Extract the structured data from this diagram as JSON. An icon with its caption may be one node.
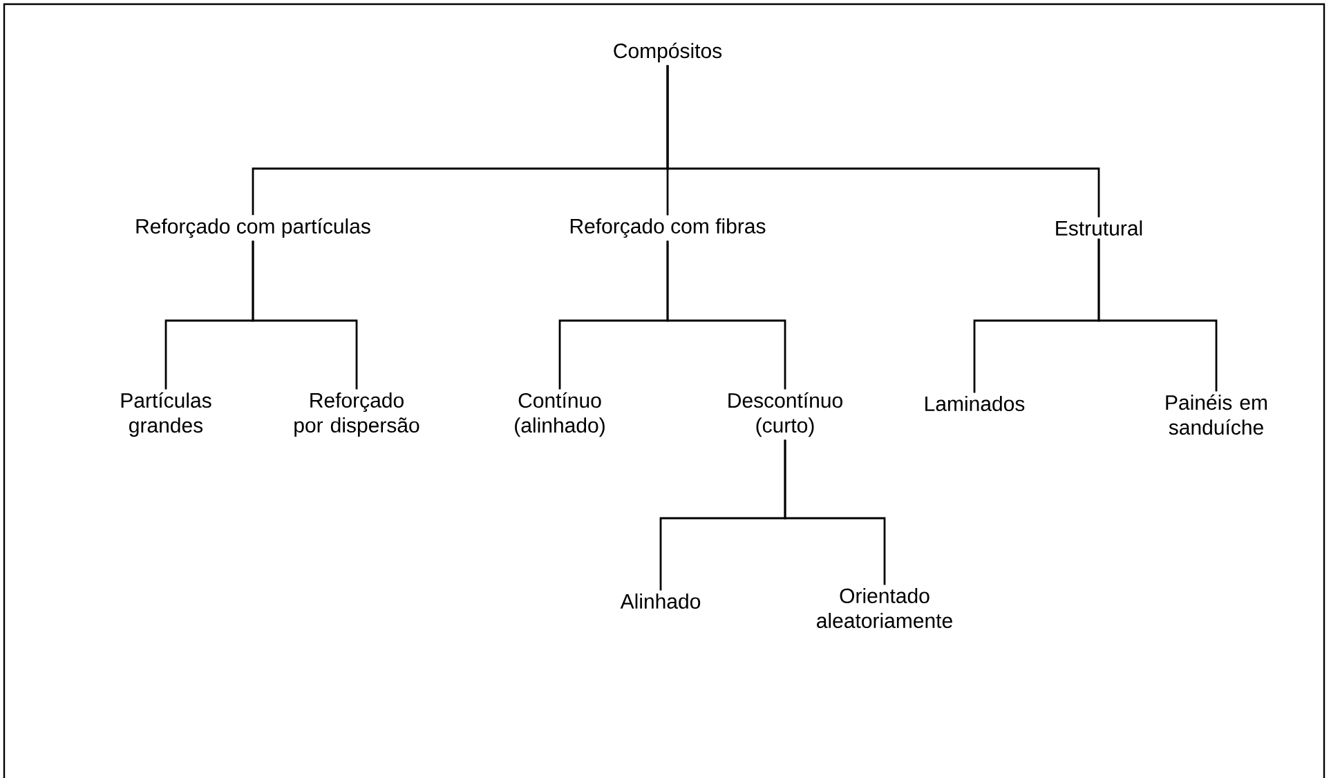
{
  "diagram": {
    "nodes": [
      {
        "text": [
          "Compósitos"
        ]
      },
      {
        "text": [
          "Reforçado com partículas"
        ]
      },
      {
        "text": [
          "Reforçado com fibras"
        ]
      },
      {
        "text": [
          "Estrutural"
        ]
      },
      {
        "text": [
          "Partículas grandes"
        ]
      },
      {
        "text": [
          "Reforçado por dispersão"
        ]
      },
      {
        "text": [
          "Contínuo (alinhado)"
        ]
      },
      {
        "text": [
          "Descontínuo (curto)"
        ]
      },
      {
        "text": [
          "Laminados"
        ]
      },
      {
        "text": [
          "Painéis em sanduíche"
        ]
      },
      {
        "text": [
          "Alinhado"
        ]
      },
      {
        "text": [
          "Orientado aleatoriamente"
        ]
      }
    ],
    "edges": [
      {
        "from": 0,
        "to": 1,
        "arrow": "none"
      },
      {
        "from": 0,
        "to": 2,
        "arrow": "none"
      },
      {
        "from": 0,
        "to": 3,
        "arrow": "none"
      },
      {
        "from": 1,
        "to": 4,
        "arrow": "none"
      },
      {
        "from": 1,
        "to": 5,
        "arrow": "none"
      },
      {
        "from": 2,
        "to": 6,
        "arrow": "none"
      },
      {
        "from": 2,
        "to": 7,
        "arrow": "none"
      },
      {
        "from": 3,
        "to": 8,
        "arrow": "none"
      },
      {
        "from": 3,
        "to": 9,
        "arrow": "none"
      },
      {
        "from": 7,
        "to": 10,
        "arrow": "none"
      },
      {
        "from": 7,
        "to": 11,
        "arrow": "none"
      }
    ]
  }
}
